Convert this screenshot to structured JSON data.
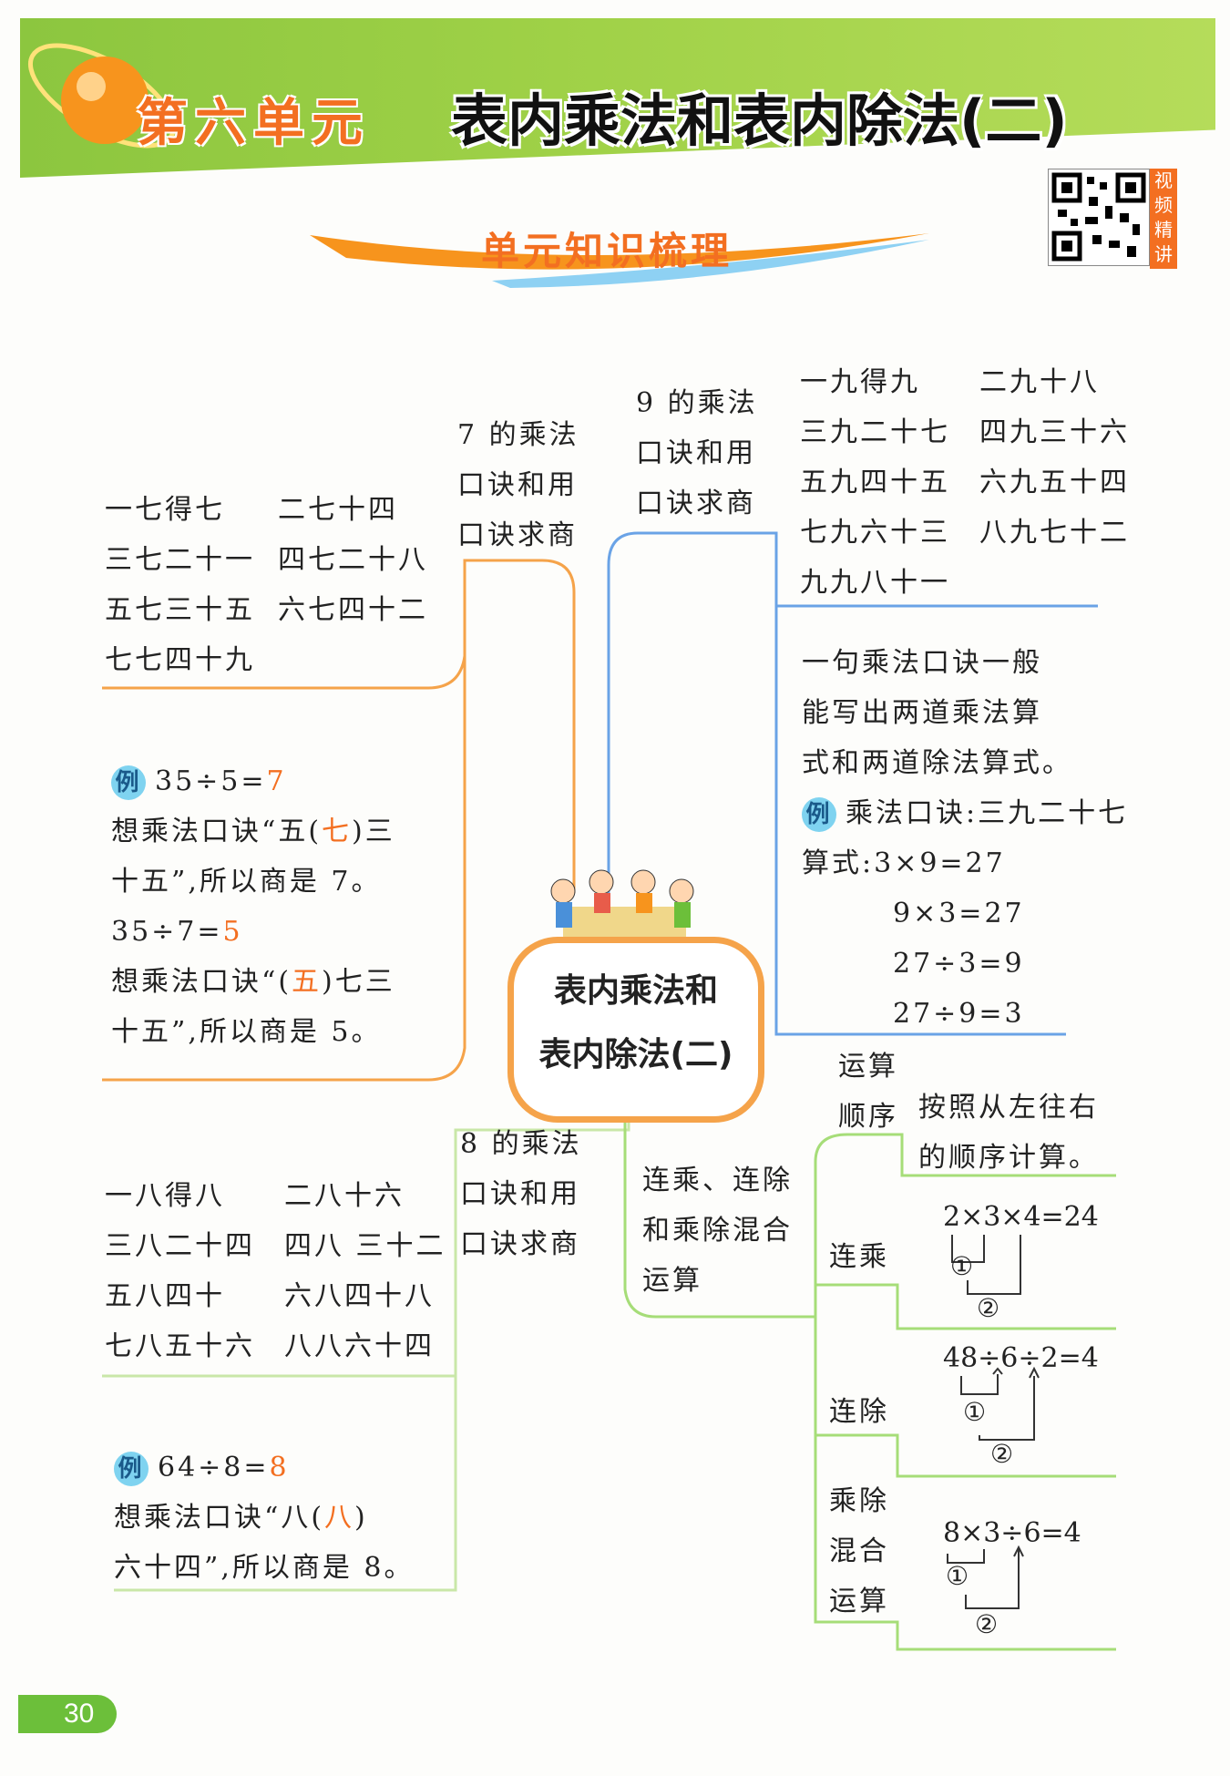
{
  "header": {
    "unit_label": "第六单元",
    "unit_title": "表内乘法和表内除法(二)",
    "section_banner": "单元知识梳理",
    "qr_caption": "视频精讲"
  },
  "center": {
    "line1": "表内乘法和",
    "line2": "表内除法(二)"
  },
  "seven": {
    "heading": [
      "7 的乘法",
      "口诀和用",
      "口诀求商"
    ],
    "rhymes_left": [
      "一七得七",
      "三七二十一",
      "五七三十五",
      "七七四十九"
    ],
    "rhymes_right": [
      "二七十四",
      "四七二十八",
      "六七四十二"
    ],
    "example_badge": "例",
    "ex1_eq": "35÷5=",
    "ex1_ans": "7",
    "ex1_line1_a": "想乘法口诀“五(",
    "ex1_line1_b": "七",
    "ex1_line1_c": ")三",
    "ex1_line2": "十五”,所以商是 7。",
    "ex2_eq": "35÷7=",
    "ex2_ans": "5",
    "ex2_line1_a": "想乘法口诀“(",
    "ex2_line1_b": "五",
    "ex2_line1_c": ")七三",
    "ex2_line2": "十五”,所以商是 5。"
  },
  "nine": {
    "heading": [
      "9 的乘法",
      "口诀和用",
      "口诀求商"
    ],
    "rhymes_left": [
      "一九得九",
      "三九二十七",
      "五九四十五",
      "七九六十三",
      "九九八十一"
    ],
    "rhymes_right": [
      "二九十八",
      "四九三十六",
      "六九五十四",
      "八九七十二"
    ],
    "note": [
      "一句乘法口诀一般",
      "能写出两道乘法算",
      "式和两道除法算式。"
    ],
    "example_badge": "例",
    "example_text": "乘法口诀:三九二十七",
    "formula_label": "算式:",
    "formulas": [
      "3×9=27",
      "9×3=27",
      "27÷3=9",
      "27÷9=3"
    ]
  },
  "eight": {
    "heading": [
      "8 的乘法",
      "口诀和用",
      "口诀求商"
    ],
    "rhymes_left": [
      "一八得八",
      "三八二十四",
      "五八四十",
      "七八五十六"
    ],
    "rhymes_right": [
      "二八十六",
      "四八 三十二",
      "六八四十八",
      "八八六十四"
    ],
    "example_badge": "例",
    "ex_eq": "64÷8=",
    "ex_ans": "8",
    "ex_line1_a": "想乘法口诀“八(",
    "ex_line1_b": "八",
    "ex_line1_c": ")",
    "ex_line2": "六十四”,所以商是 8。"
  },
  "mixed": {
    "heading": [
      "连乘、连除",
      "和乘除混合",
      "运算"
    ],
    "order_label": [
      "运算",
      "顺序"
    ],
    "order_text": [
      "按照从左往右",
      "的顺序计算。"
    ],
    "cont_mult_label": "连乘",
    "cont_mult_eq": "2×3×4=24",
    "cont_div_label": "连除",
    "cont_div_eq": "48÷6÷2=4",
    "mixed_label": [
      "乘除",
      "混合",
      "运算"
    ],
    "mixed_eq": "8×3÷6=4",
    "step1": "①",
    "step2": "②"
  },
  "page_number": "30",
  "colors": {
    "orange": "#f36f21",
    "green": "#8cc63f",
    "blue": "#6aa3e6",
    "light_orange": "#f5a34a"
  }
}
